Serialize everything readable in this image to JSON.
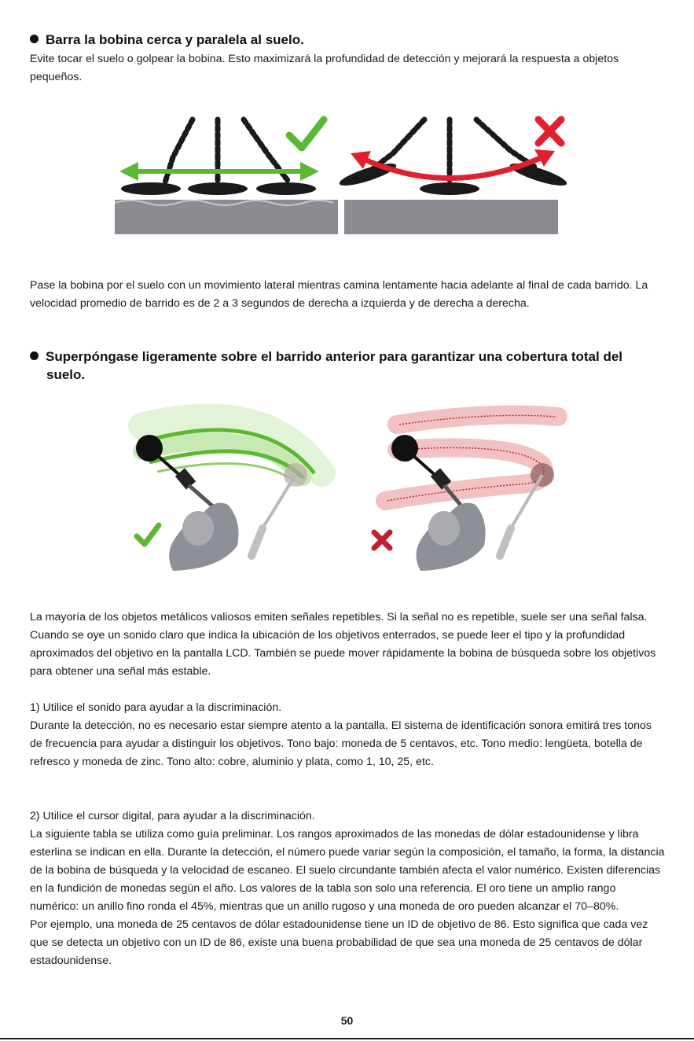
{
  "section1": {
    "heading": "Barra la bobina cerca y paralela al suelo.",
    "text": "Evite tocar el suelo o golpear la bobina. Esto maximizará la profundidad de detección y mejorará la respuesta a objetos pequeños."
  },
  "figure1": {
    "correct_icon": "check-mark-icon",
    "incorrect_icon": "x-mark-icon",
    "colors": {
      "correct": "#5cb832",
      "incorrect": "#e0202f",
      "ground": "#8a8c92",
      "coil": "#1a1a1a"
    }
  },
  "para2": "Pase la bobina por el suelo con un movimiento lateral mientras camina lentamente hacia adelante al final de cada barrido. La velocidad promedio de barrido es de 2 a 3 segundos de derecha a izquierda y de derecha a derecha.",
  "section2": {
    "heading_line1": "Superpóngase ligeramente sobre el barrido anterior para garantizar una cobertura total del",
    "heading_line2": "suelo."
  },
  "figure2": {
    "correct_icon": "check-mark-icon",
    "incorrect_icon": "x-mark-icon",
    "colors": {
      "correct_band": "#c9e8b4",
      "correct_stroke": "#5cb832",
      "incorrect_band": "#f2c2c2",
      "incorrect_stroke": "#c0202f",
      "person": "#8e9097"
    }
  },
  "para3": "La mayoría de los objetos metálicos valiosos emiten señales repetibles. Si la señal no es repetible, suele ser una señal falsa. Cuando se oye un sonido claro que indica la ubicación de los objetivos enterrados, se puede leer el tipo y la profundidad aproximados del objetivo en la pantalla LCD. También se puede mover rápidamente la bobina de búsqueda sobre los objetivos para obtener una señal más estable.",
  "item1": {
    "title": "1) Utilice el sonido para ayudar a la discriminación.",
    "text": "Durante la detección, no es necesario estar siempre atento a la pantalla. El sistema de identificación sonora emitirá tres tonos de frecuencia para ayudar a distinguir los objetivos. Tono bajo: moneda de 5 centavos, etc. Tono medio: lengüeta, botella de refresco y moneda de zinc. Tono alto: cobre, aluminio y plata, como 1, 10, 25, etc."
  },
  "item2": {
    "title": "2) Utilice el cursor digital, para ayudar a la discriminación.",
    "text": "La siguiente tabla se utiliza como guía preliminar. Los rangos aproximados de las monedas de dólar estadounidense y libra esterlina se indican en ella. Durante la detección, el número puede variar según la composición, el tamaño, la forma, la distancia de la bobina de búsqueda y la velocidad de escaneo. El suelo circundante también afecta el valor numérico. Existen diferencias en la fundición de monedas según el año. Los valores de la tabla son solo una referencia. El oro tiene un amplio rango numérico: un anillo fino ronda el 45%, mientras que un anillo rugoso y una moneda de oro pueden alcanzar el 70–80%.",
    "example": "Por ejemplo, una moneda de 25 centavos de dólar estadounidense tiene un ID de objetivo de 86. Esto significa que cada vez que se detecta un objetivo con un ID de 86, existe una buena probabilidad de que sea una moneda de 25 centavos de dólar estadounidense."
  },
  "page_number": "50"
}
